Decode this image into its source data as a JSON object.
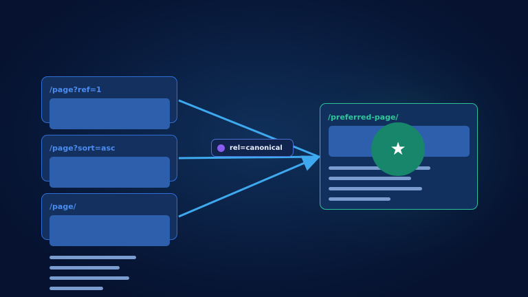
{
  "sources": [
    {
      "path": "/page?ref=1"
    },
    {
      "path": "/page?sort=asc"
    },
    {
      "path": "/page/"
    }
  ],
  "canonical_tag": {
    "label": "rel=canonical"
  },
  "target": {
    "path": "/preferred-page/",
    "badge_icon": "star-icon"
  },
  "colors": {
    "link_arrow": "#3fa9ef",
    "source_border": "#2f6fd6",
    "target_border": "#2ec098",
    "badge": "#17866a",
    "tag_dot": "#8a5cf0"
  }
}
